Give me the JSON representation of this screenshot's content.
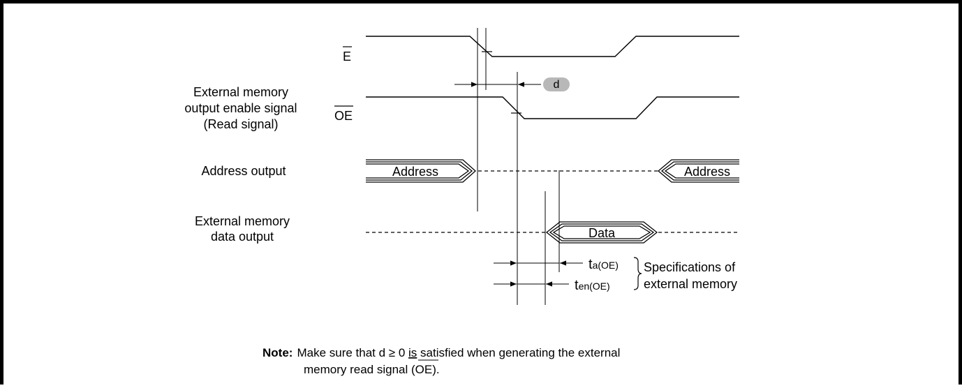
{
  "signals": {
    "e_label": "E",
    "oe_label": "OE",
    "oe_desc_line1": "External memory",
    "oe_desc_line2": "output enable signal",
    "oe_desc_line3": "(Read signal)",
    "address_desc": "Address output",
    "data_desc_line1": "External memory",
    "data_desc_line2": "data output"
  },
  "bus": {
    "address_left": "Address",
    "address_right": "Address",
    "data": "Data"
  },
  "timing": {
    "d_label": "d",
    "ta_main": "t",
    "ta_sub": "a(OE)",
    "ten_main": "t",
    "ten_sub": "en(OE)",
    "spec_line1": "Specifications of",
    "spec_line2": "external memory"
  },
  "note": {
    "label": "Note:",
    "line1_pre": "Make sure that d ≥ 0 ",
    "line1_is": "is",
    "line1_post": " satisfied when generating the external",
    "line2_pre": "memory read signal (",
    "line2_oe": "OE",
    "line2_post": ")."
  },
  "colors": {
    "line": "#000000",
    "badge_fill": "#b8b8b8"
  }
}
